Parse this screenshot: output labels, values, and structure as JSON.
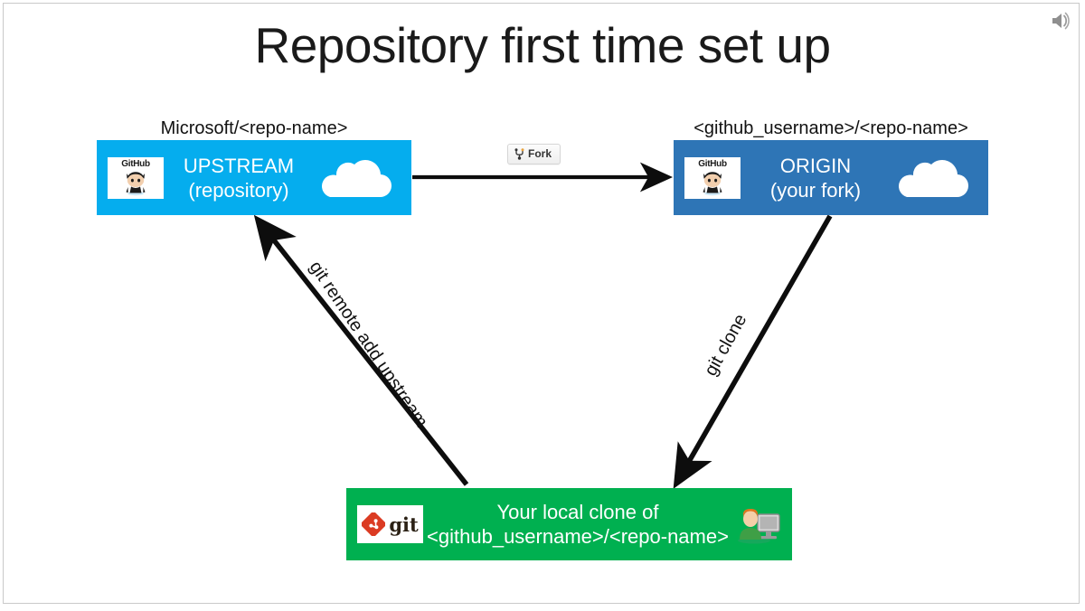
{
  "slide": {
    "title": "Repository first time set up",
    "background_color": "#ffffff",
    "border_color": "#c9c9c9"
  },
  "audio": {
    "icon": "speaker-icon",
    "color": "#8c8c8c"
  },
  "nodes": [
    {
      "id": "upstream",
      "caption": "Microsoft/<repo-name>",
      "title": "UPSTREAM",
      "subtitle": "(repository)",
      "color": "#05ADEE",
      "logo": "github-logo",
      "logo_word": "GitHub",
      "accessory": "cloud-icon"
    },
    {
      "id": "origin",
      "caption": "<github_username>/<repo-name>",
      "title": "ORIGIN",
      "subtitle": "(your fork)",
      "color": "#2E75B6",
      "logo": "github-logo",
      "logo_word": "GitHub",
      "accessory": "cloud-icon"
    },
    {
      "id": "local",
      "caption": "",
      "title": "Your local clone of",
      "subtitle": "<github_username>/<repo-name>",
      "color": "#00B050",
      "logo": "git-logo",
      "logo_word": "git",
      "accessory": "person-at-computer-icon"
    }
  ],
  "fork_button": {
    "label": "Fork",
    "icon": "fork-icon"
  },
  "connections": [
    {
      "id": "fork-arrow",
      "from": "upstream",
      "to": "origin",
      "label": ""
    },
    {
      "id": "clone-arrow",
      "from": "origin",
      "to": "local",
      "label": "git clone"
    },
    {
      "id": "remote-arrow",
      "from": "local",
      "to": "upstream",
      "label": "git remote add upstream"
    }
  ]
}
